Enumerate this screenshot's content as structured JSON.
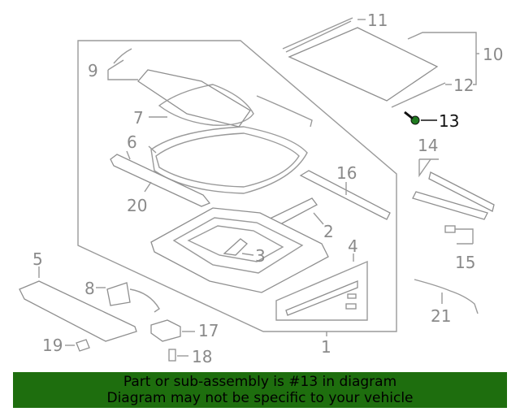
{
  "callouts": {
    "c1": "1",
    "c2": "2",
    "c3": "3",
    "c4": "4",
    "c5": "5",
    "c6": "6",
    "c7": "7",
    "c8": "8",
    "c9": "9",
    "c10": "10",
    "c11": "11",
    "c12": "12",
    "c13": "13",
    "c14": "14",
    "c15": "15",
    "c16": "16",
    "c17": "17",
    "c18": "18",
    "c19": "19",
    "c20": "20",
    "c21": "21"
  },
  "highlighted_part": "13",
  "colors": {
    "banner": "#1e6e0e",
    "highlight": "#1f7a1f",
    "line": "#9a9a9a"
  },
  "banner": {
    "line1": "Part or sub-assembly is #13 in diagram",
    "line2": "Diagram may not be specific to your vehicle"
  }
}
